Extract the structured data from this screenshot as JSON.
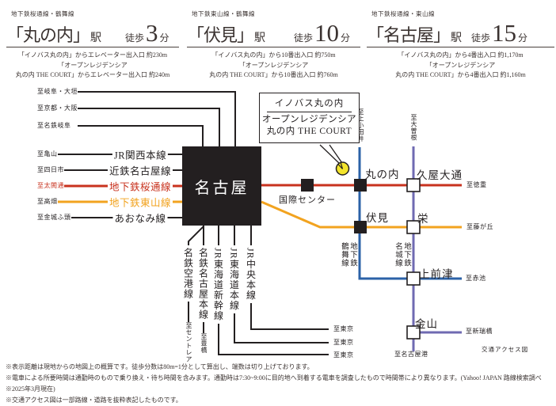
{
  "header_blocks": [
    {
      "line_caption": "地下鉄桜通線・鶴舞線",
      "name": "「丸の内」",
      "suffix": "駅",
      "walk": "徒歩",
      "minutes": "3",
      "unit": "分",
      "detail1": "「イノバス丸の内」からエレベーター出入口 約230m",
      "detail2": "「オープンレジデンシア\n丸の内 THE COURT」からエレベーター出入口 約240m"
    },
    {
      "line_caption": "地下鉄東山線・鶴舞線",
      "name": "「伏見」",
      "suffix": "駅",
      "walk": "徒歩",
      "minutes": "10",
      "unit": "分",
      "detail1": "「イノバス丸の内」から10番出入口 約750m",
      "detail2": "「オープンレジデンシア\n丸の内 THE COURT」から10番出入口 約760m"
    },
    {
      "line_caption": "地下鉄桜通線・東山線",
      "name": "「名古屋」",
      "suffix": "駅",
      "walk": "徒歩",
      "minutes": "15",
      "unit": "分",
      "detail1": "「イノバス丸の内」から4番出入口 約1,170m",
      "detail2": "「オープンレジデンシア\n丸の内 THE COURT」から4番出入口 約1,160m"
    }
  ],
  "map": {
    "nagoya": "名古屋",
    "callout_line1": "イノバス丸の内",
    "callout_line2": "オープンレジデンシア\n丸の内 THE COURT",
    "top_dests": {
      "gifu_ogaki": "至岐阜・大垣",
      "kyoto_osaka": "至京都・大阪",
      "meitetsu_gifu": "至名鉄岐阜"
    },
    "left_lines": [
      {
        "dest": "至亀山",
        "name": "JR関西本線"
      },
      {
        "dest": "至四日市",
        "name": "近鉄名古屋線"
      },
      {
        "dest": "至太閤通",
        "name": "地下鉄桜通線"
      },
      {
        "dest": "至高畑",
        "name": "地下鉄東山線"
      },
      {
        "dest": "至金城ふ頭",
        "name": "あおなみ線"
      }
    ],
    "bottom_lines": [
      {
        "name": "名鉄空港線",
        "dest": "至セントレア"
      },
      {
        "name": "名鉄名古屋本線",
        "dest": "至豊橋"
      },
      {
        "name": "JR東海道新幹線",
        "dest": "至東京"
      },
      {
        "name": "JR東海道本線",
        "dest": "至東京"
      },
      {
        "name": "JR中央本線",
        "dest": "至東京"
      }
    ],
    "stations": {
      "kokusai_center": "国際センター",
      "marunouchi": "丸の内",
      "hisaya_odori": "久屋大通",
      "fushimi": "伏見",
      "sakae": "栄",
      "kamimaezu": "上前津",
      "kanayama": "金山"
    },
    "dests": {
      "kami_otai": "至上小田井",
      "ozone": "至大曽根",
      "tokushige": "至徳重",
      "fujigaoka": "至藤が丘",
      "akaike": "至赤池",
      "aratamabashi": "至新瑞橋",
      "nagoyako": "至名古屋港"
    },
    "line_labels": {
      "tsurumai": "地下鉄\n鶴舞線",
      "meijo": "地下鉄\n名城線"
    },
    "caption": "交通アクセス図"
  },
  "colors": {
    "red": "#c8321e",
    "orange": "#f2a31f",
    "blue": "#2b62a7",
    "purple": "#6f6ab2",
    "ink": "#231f20",
    "marker_yellow": "#f3e42c"
  },
  "footnotes": [
    "※表示距離は現地からの地図上の概算です。徒歩分数は80m=1分として算出し、端数は切り上げております。",
    "※電車による所要時間は通勤時のもので乗り換え・待ち時間を含みます。通勤時は7:30~9:00に目的地へ到着する電車を調査したもので時間帯により異なります。(Yahoo! JAPAN 路線検索調べ※2025年3月現在)",
    "※交通アクセス図は一部路線・道路を抜粋表記したものです。"
  ]
}
